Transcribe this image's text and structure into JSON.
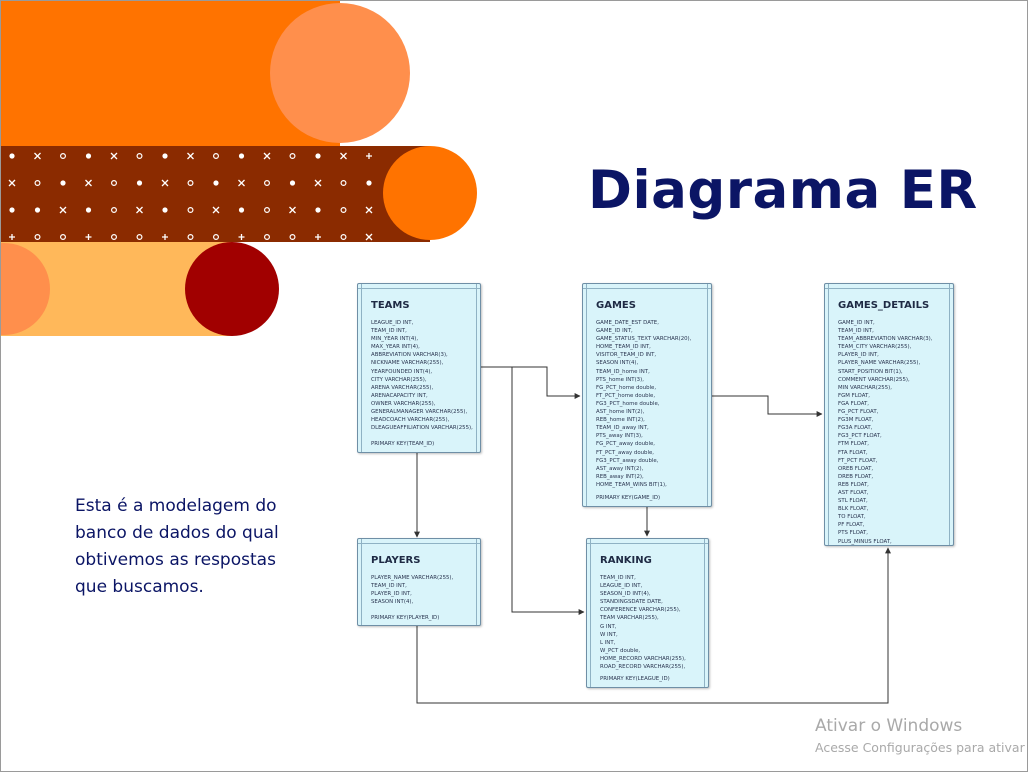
{
  "slide": {
    "title": "Diagrama ER",
    "description_lines": [
      "Esta é a modelagem do",
      "banco de dados do qual",
      "obtivemos as respostas",
      "que buscamos."
    ],
    "colors": {
      "title": "#0b1565",
      "orange": "#ff7300",
      "light_orange": "#ff8f4c",
      "brown": "#8b2b00",
      "yellow": "#ffb85a",
      "dark_red": "#a10000",
      "entity_fill": "#d9f4fa"
    }
  },
  "entities": {
    "teams": {
      "name": "TEAMS",
      "attributes": [
        "LEAGUE_ID INT,",
        "TEAM_ID INT,",
        "MIN_YEAR INT(4),",
        "MAX_YEAR INT(4),",
        "ABBREVIATION VARCHAR(3),",
        "NICKNAME VARCHAR(255),",
        "YEARFOUNDED INT(4),",
        "CITY VARCHAR(255),",
        "ARENA VARCHAR(255),",
        "ARENACAPACITY INT,",
        "OWNER VARCHAR(255),",
        "GENERALMANAGER VARCHAR(255),",
        "HEADCOACH VARCHAR(255),",
        "DLEAGUEAFFILIATION VARCHAR(255),"
      ],
      "primary_key": "PRIMARY KEY(TEAM_ID)"
    },
    "games": {
      "name": "GAMES",
      "attributes": [
        "GAME_DATE_EST DATE,",
        "GAME_ID INT,",
        "GAME_STATUS_TEXT VARCHAR(20),",
        "HOME_TEAM_ID INT,",
        "VISITOR_TEAM_ID INT,",
        "SEASON INT(4),",
        "TEAM_ID_home INT,",
        "PTS_home INT(3),",
        "FG_PCT_home double,",
        "FT_PCT_home double,",
        "FG3_PCT_home double,",
        "AST_home INT(2),",
        "REB_home INT(2),",
        "TEAM_ID_away INT,",
        "PTS_away INT(3),",
        "FG_PCT_away double,",
        "FT_PCT_away double,",
        "FG3_PCT_away double,",
        "AST_away INT(2),",
        "REB_away INT(2),",
        "HOME_TEAM_WINS BIT(1),"
      ],
      "primary_key": "PRIMARY KEY(GAME_ID)"
    },
    "games_details": {
      "name": "GAMES_DETAILS",
      "attributes": [
        "GAME_ID INT,",
        "TEAM_ID INT,",
        "TEAM_ABBREVIATION VARCHAR(3),",
        "TEAM_CITY VARCHAR(255),",
        "PLAYER_ID INT,",
        "PLAYER_NAME VARCHAR(255),",
        "START_POSITION BIT(1),",
        "COMMENT VARCHAR(255),",
        "MIN VARCHAR(255),",
        "FGM FLOAT,",
        "FGA FLOAT,",
        "FG_PCT FLOAT,",
        "FG3M FLOAT,",
        "FG3A FLOAT,",
        "FG3_PCT FLOAT,",
        "FTM FLOAT,",
        "FTA FLOAT,",
        "FT_PCT FLOAT,",
        "OREB FLOAT,",
        "DREB FLOAT,",
        "REB FLOAT,",
        "AST FLOAT,",
        "STL FLOAT,",
        "BLK FLOAT,",
        "TO FLOAT,",
        "PF FLOAT,",
        "PTS FLOAT,",
        "PLUS_MINUS FLOAT,"
      ],
      "primary_key": ""
    },
    "players": {
      "name": "PLAYERS",
      "attributes": [
        "PLAYER_NAME VARCHAR(255),",
        "TEAM_ID INT,",
        "PLAYER_ID INT,",
        "SEASON INT(4),"
      ],
      "primary_key": "PRIMARY KEY(PLAYER_ID)"
    },
    "ranking": {
      "name": "RANKING",
      "attributes": [
        "TEAM_ID INT,",
        "LEAGUE_ID INT,",
        "SEASON_ID INT(4),",
        "STANDINGSDATE DATE,",
        "CONFERENCE VARCHAR(255),",
        "TEAM VARCHAR(255),",
        "G INT,",
        "W INT,",
        "L INT,",
        "W_PCT double,",
        "HOME_RECORD VARCHAR(255),",
        "ROAD_RECORD VARCHAR(255),"
      ],
      "primary_key": "PRIMARY KEY(LEAGUE_ID)"
    }
  },
  "watermark": {
    "title": "Ativar o Windows",
    "subtitle": "Acesse Configurações para ativar o Windows."
  }
}
